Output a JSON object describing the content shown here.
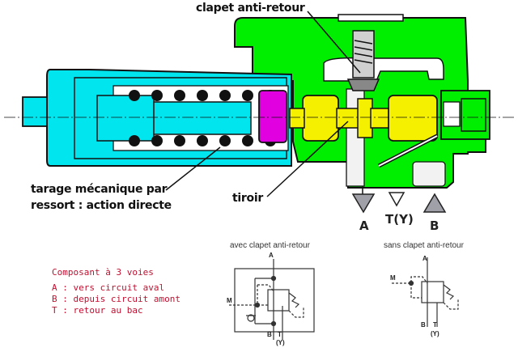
{
  "labels": {
    "check_valve": "clapet anti-retour",
    "spring_setting_line1": "tarage mécanique par",
    "spring_setting_line2": "ressort : action directe",
    "spool": "tiroir"
  },
  "ports": {
    "A": "A",
    "T": "T(Y)",
    "B": "B"
  },
  "legend": {
    "title": "Composant à 3 voies",
    "items": [
      "A : vers circuit aval",
      "B : depuis circuit amont",
      "T : retour au bac"
    ]
  },
  "symbols": [
    {
      "title": "avec clapet anti-retour",
      "ports": {
        "A": "A",
        "M": "M",
        "B": "B",
        "T": "T",
        "Y": "(Y)"
      }
    },
    {
      "title": "sans clapet anti-retour",
      "ports": {
        "A": "A",
        "M": "M",
        "B": "B",
        "T": "T",
        "Y": "(Y)"
      }
    }
  ],
  "colors": {
    "body": "#00ee00",
    "spring_housing": "#00e5ee",
    "spool": "#f5f000",
    "piston": "#e000e0",
    "legend_text": "#c01030",
    "port_arrow": "#a0a0a8"
  }
}
